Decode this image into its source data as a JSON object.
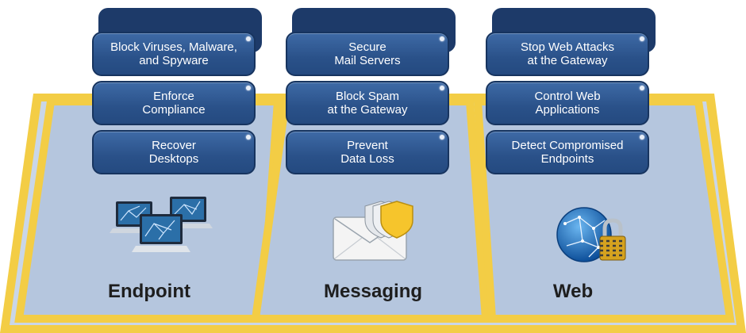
{
  "columns": [
    {
      "title": "Endpoint",
      "servers": [
        "Block Viruses, Malware,\nand Spyware",
        "Enforce\nCompliance",
        "Recover\nDesktops"
      ],
      "icon": "laptops-network-icon"
    },
    {
      "title": "Messaging",
      "servers": [
        "Secure\nMail Servers",
        "Block Spam\nat the Gateway",
        "Prevent\nData Loss"
      ],
      "icon": "mail-shield-icon"
    },
    {
      "title": "Web",
      "servers": [
        "Stop Web Attacks\nat the Gateway",
        "Control Web\nApplications",
        "Detect Compromised\nEndpoints"
      ],
      "icon": "globe-lock-icon"
    }
  ],
  "colors": {
    "server_blue": "#2a5189",
    "platform_yellow": "#f3cd45",
    "platform_blue": "#b5c6de"
  }
}
